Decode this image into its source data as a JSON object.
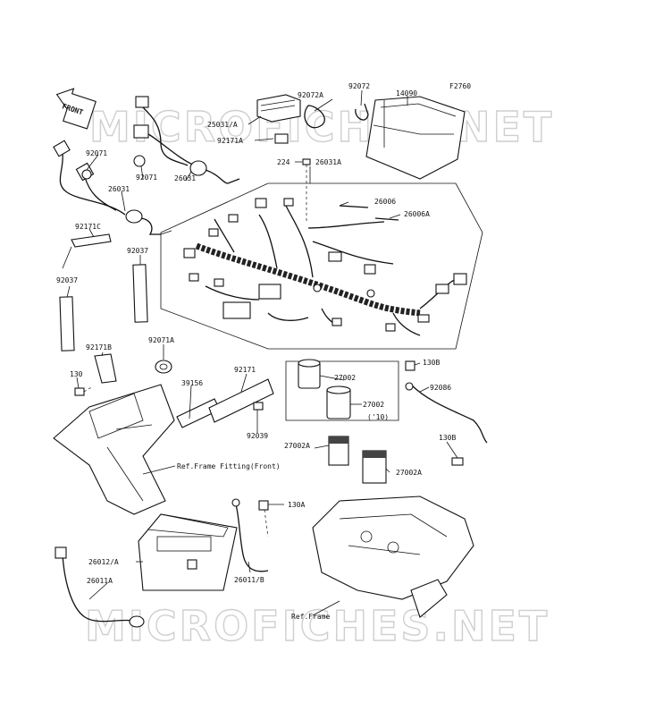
{
  "diagram": {
    "figure_code": "F2760",
    "direction_label": "FRONT",
    "watermark": "MICROFICHES.NET",
    "callouts": {
      "c92072A": "92072A",
      "c92072": "92072",
      "c14090": "14090",
      "c25031A": "25031/A",
      "c92171A": "92171A",
      "c92071a": "92071",
      "c92071b": "92071",
      "c26031a": "26031",
      "c26031b": "26031",
      "c224": "224",
      "c26031A": "26031A",
      "c26006": "26006",
      "c26006A": "26006A",
      "c92171C": "92171C",
      "c92037a": "92037",
      "c92037b": "92037",
      "c92171B": "92171B",
      "c92071A": "92071A",
      "c130": "130",
      "c39156": "39156",
      "c92171": "92171",
      "c27002a": "27002",
      "c27002b": "27002",
      "c10": "('10)",
      "c130Ba": "130B",
      "c92086": "92086",
      "c92039": "92039",
      "c27002Aa": "27002A",
      "c27002Ab": "27002A",
      "c130Bb": "130B",
      "refFront": "Ref.Frame Fitting(Front)",
      "c130A": "130A",
      "c26012A": "26012/A",
      "c26011B": "26011/B",
      "c26011A": "26011A",
      "refFrame": "Ref.Frame"
    }
  }
}
